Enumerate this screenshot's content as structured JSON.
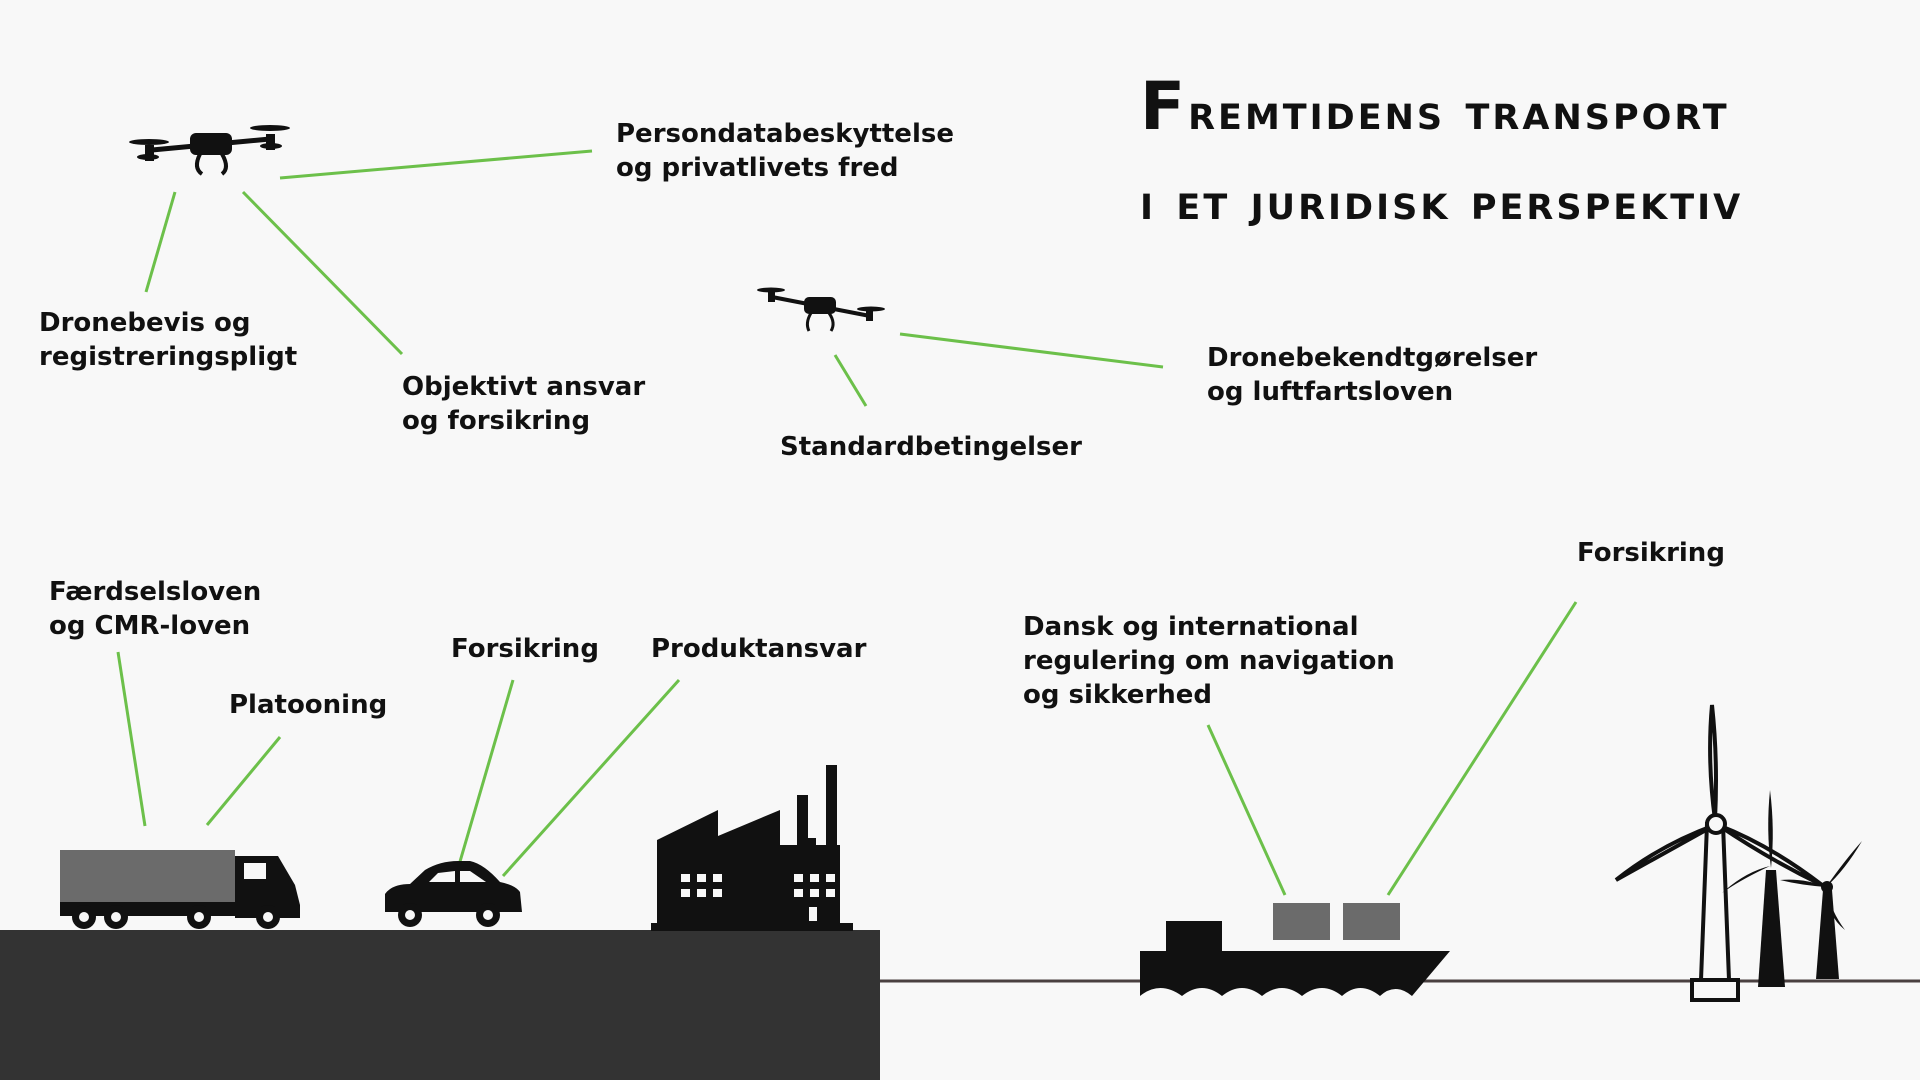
{
  "title": {
    "line1_initial": "F",
    "line1_rest": "remtidens transport",
    "line2": "i et juridisk perspektiv"
  },
  "labels": {
    "persondata": [
      "Persondatabeskyttelse",
      "og privatlivets fred"
    ],
    "dronebevis": [
      "Dronebevis og",
      "registreringspligt"
    ],
    "objektivt": [
      "Objektivt ansvar",
      "og forsikring"
    ],
    "standard": [
      "Standardbetingelser"
    ],
    "dronebek": [
      "Dronebekendtgørelser",
      "og luftfartsloven"
    ],
    "faerdsel": [
      "Færdselsloven",
      "og CMR-loven"
    ],
    "platooning": [
      "Platooning"
    ],
    "forsikring_car": [
      "Forsikring"
    ],
    "produktansvar": [
      "Produktansvar"
    ],
    "dansk": [
      "Dansk og international",
      "regulering om navigation",
      "og sikkerhed"
    ],
    "forsikring_wind": [
      "Forsikring"
    ]
  },
  "colors": {
    "background": "#f8f8f8",
    "connector": "#6cc04a",
    "ground": "#333333",
    "silhouette": "#111111",
    "cargo": "#6b6b6b",
    "waterline": "#4a4040"
  },
  "icons": [
    "drone-icon",
    "truck-icon",
    "car-icon",
    "factory-icon",
    "ship-icon",
    "wind-turbine-icon"
  ]
}
